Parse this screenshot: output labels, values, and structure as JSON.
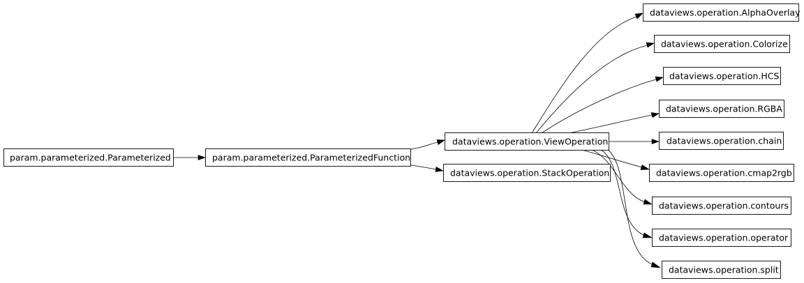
{
  "diagram": {
    "nodes": {
      "parameterized": "param.parameterized.Parameterized",
      "parameterized_function": "param.parameterized.ParameterizedFunction",
      "view_operation": "dataviews.operation.ViewOperation",
      "stack_operation": "dataviews.operation.StackOperation",
      "alpha_overlay": "dataviews.operation.AlphaOverlay",
      "colorize": "dataviews.operation.Colorize",
      "hcs": "dataviews.operation.HCS",
      "rgba": "dataviews.operation.RGBA",
      "chain": "dataviews.operation.chain",
      "cmap2rgb": "dataviews.operation.cmap2rgb",
      "contours": "dataviews.operation.contours",
      "operator": "dataviews.operation.operator",
      "split": "dataviews.operation.split"
    },
    "edges": [
      {
        "from": "parameterized",
        "to": "parameterized_function"
      },
      {
        "from": "parameterized_function",
        "to": "view_operation"
      },
      {
        "from": "parameterized_function",
        "to": "stack_operation"
      },
      {
        "from": "view_operation",
        "to": "alpha_overlay"
      },
      {
        "from": "view_operation",
        "to": "colorize"
      },
      {
        "from": "view_operation",
        "to": "hcs"
      },
      {
        "from": "view_operation",
        "to": "rgba"
      },
      {
        "from": "view_operation",
        "to": "chain"
      },
      {
        "from": "view_operation",
        "to": "cmap2rgb"
      },
      {
        "from": "view_operation",
        "to": "contours"
      },
      {
        "from": "view_operation",
        "to": "operator"
      },
      {
        "from": "view_operation",
        "to": "split"
      }
    ]
  }
}
